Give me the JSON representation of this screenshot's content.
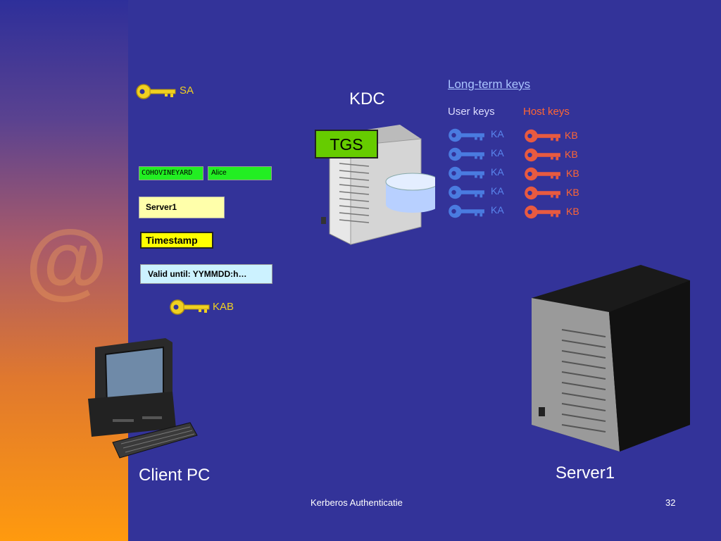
{
  "slide": {
    "kdc_label": "KDC",
    "tgs_label": "TGS",
    "long_term_keys": "Long-term keys",
    "user_keys_header": "User keys",
    "host_keys_header": "Host keys",
    "user_keys": [
      "KA",
      "KA",
      "KA",
      "KA",
      "KA"
    ],
    "host_keys": [
      "KB",
      "KB",
      "KB",
      "KB",
      "KB"
    ],
    "session_key_sa": "SA",
    "session_key_kab": "KAB",
    "ticket": {
      "domain": "COHOVINEYARD",
      "user": "Alice",
      "server": "Server1",
      "timestamp": "Timestamp",
      "valid_until": "Valid until: YYMMDD:h…"
    },
    "client_label": "Client PC",
    "server_label": "Server1"
  },
  "footer": {
    "title": "Kerberos Authenticatie",
    "page": "32"
  },
  "colors": {
    "background": "#333399",
    "gold_key": "#f0d020",
    "blue_key": "#4a7be0",
    "red_key": "#e85a40",
    "host_keys_text": "#ff6633"
  }
}
